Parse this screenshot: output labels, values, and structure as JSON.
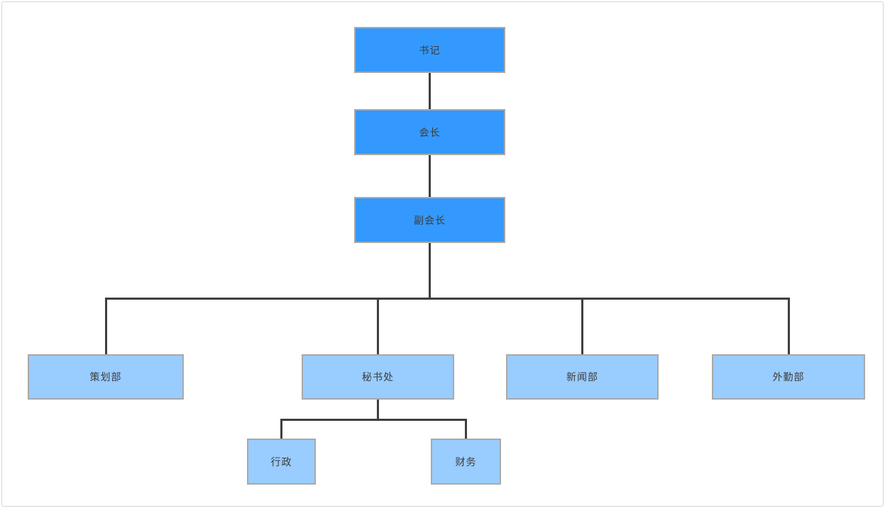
{
  "diagram": {
    "type": "org-chart",
    "nodes": [
      {
        "id": "shuji",
        "label": "书记",
        "level": 1,
        "parent": null,
        "style": "primary"
      },
      {
        "id": "huizhang",
        "label": "会长",
        "level": 2,
        "parent": "shuji",
        "style": "primary"
      },
      {
        "id": "fuhuizhang",
        "label": "副会长",
        "level": 3,
        "parent": "huizhang",
        "style": "primary"
      },
      {
        "id": "cehuabu",
        "label": "策划部",
        "level": 4,
        "parent": "fuhuizhang",
        "style": "secondary"
      },
      {
        "id": "mishuchu",
        "label": "秘书处",
        "level": 4,
        "parent": "fuhuizhang",
        "style": "secondary"
      },
      {
        "id": "xinwenbu",
        "label": "新闻部",
        "level": 4,
        "parent": "fuhuizhang",
        "style": "secondary"
      },
      {
        "id": "waiqinbu",
        "label": "外勤部",
        "level": 4,
        "parent": "fuhuizhang",
        "style": "secondary"
      },
      {
        "id": "xingzheng",
        "label": "行政",
        "level": 5,
        "parent": "mishuchu",
        "style": "secondary"
      },
      {
        "id": "caiwu",
        "label": "财务",
        "level": 5,
        "parent": "mishuchu",
        "style": "secondary"
      }
    ],
    "edges": [
      [
        "shuji",
        "huizhang"
      ],
      [
        "huizhang",
        "fuhuizhang"
      ],
      [
        "fuhuizhang",
        "cehuabu"
      ],
      [
        "fuhuizhang",
        "mishuchu"
      ],
      [
        "fuhuizhang",
        "xinwenbu"
      ],
      [
        "fuhuizhang",
        "waiqinbu"
      ],
      [
        "mishuchu",
        "xingzheng"
      ],
      [
        "mishuchu",
        "caiwu"
      ]
    ],
    "colors": {
      "primary_fill": "#3399fe",
      "secondary_fill": "#99ccff",
      "box_border": "#a9a9a9",
      "line": "#3f3f3f",
      "canvas_border": "#d8d4cd",
      "text": "#3c3c3c",
      "canvas_bg": "#ffffff"
    }
  }
}
